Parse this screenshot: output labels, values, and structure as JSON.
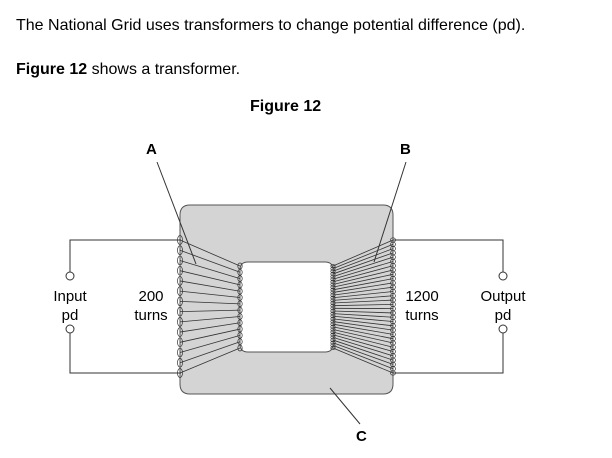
{
  "intro": "The National Grid uses transformers to change potential difference (pd).",
  "caption": {
    "fig_ref": "Figure 12",
    "rest": " shows a transformer."
  },
  "figure": {
    "title": "Figure 12",
    "label_a": "A",
    "label_b": "B",
    "label_c": "C",
    "input": {
      "line1": "Input",
      "line2": "pd"
    },
    "output": {
      "line1": "Output",
      "line2": "pd"
    },
    "primary": {
      "turns_value": "200",
      "turns_word": "turns"
    },
    "secondary": {
      "turns_value": "1200",
      "turns_word": "turns"
    },
    "core_color": "#d4d4d4"
  }
}
